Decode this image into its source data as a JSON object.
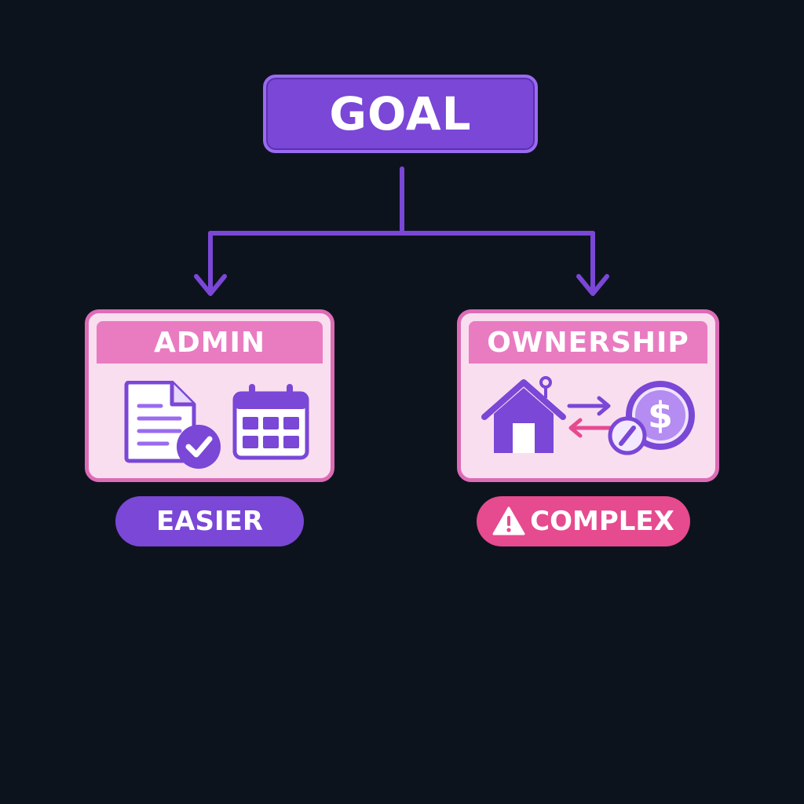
{
  "goal": {
    "label": "GOAL"
  },
  "branches": [
    {
      "title": "ADMIN",
      "icons": [
        "document-check-icon",
        "calendar-icon"
      ],
      "badge": {
        "label": "EASIER",
        "icon": null,
        "color": "#7a47d6"
      }
    },
    {
      "title": "OWNERSHIP",
      "icons": [
        "house-icon",
        "exchange-arrows-icon",
        "dollar-coin-icon"
      ],
      "badge": {
        "label": "COMPLEX",
        "icon": "warning-icon",
        "color": "#e64a8f"
      }
    }
  ],
  "colors": {
    "background": "#0d131d",
    "purple": "#7a47d6",
    "pink": "#e97bc1",
    "card_fill": "#f9def0",
    "magenta": "#e64a8f"
  }
}
